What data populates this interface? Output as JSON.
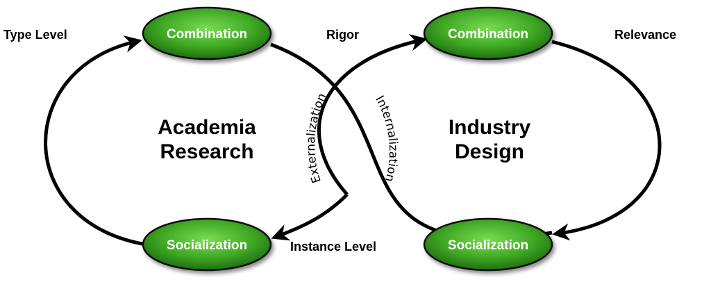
{
  "nodes": {
    "left_top": "Combination",
    "right_top": "Combination",
    "left_bottom": "Socialization",
    "right_bottom": "Socialization"
  },
  "labels": {
    "type_level": "Type Level",
    "rigor": "Rigor",
    "relevance": "Relevance",
    "instance_level": "Instance Level"
  },
  "centers": {
    "left_line1": "Academia",
    "left_line2": "Research",
    "right_line1": "Industry",
    "right_line2": "Design"
  },
  "arcs": {
    "externalization": "Externalization",
    "internalization": "Internalization"
  },
  "colors": {
    "node_fill": "#3a9a1e",
    "node_highlight": "#6fd24a",
    "node_stroke": "#111111",
    "arrow": "#000000"
  }
}
